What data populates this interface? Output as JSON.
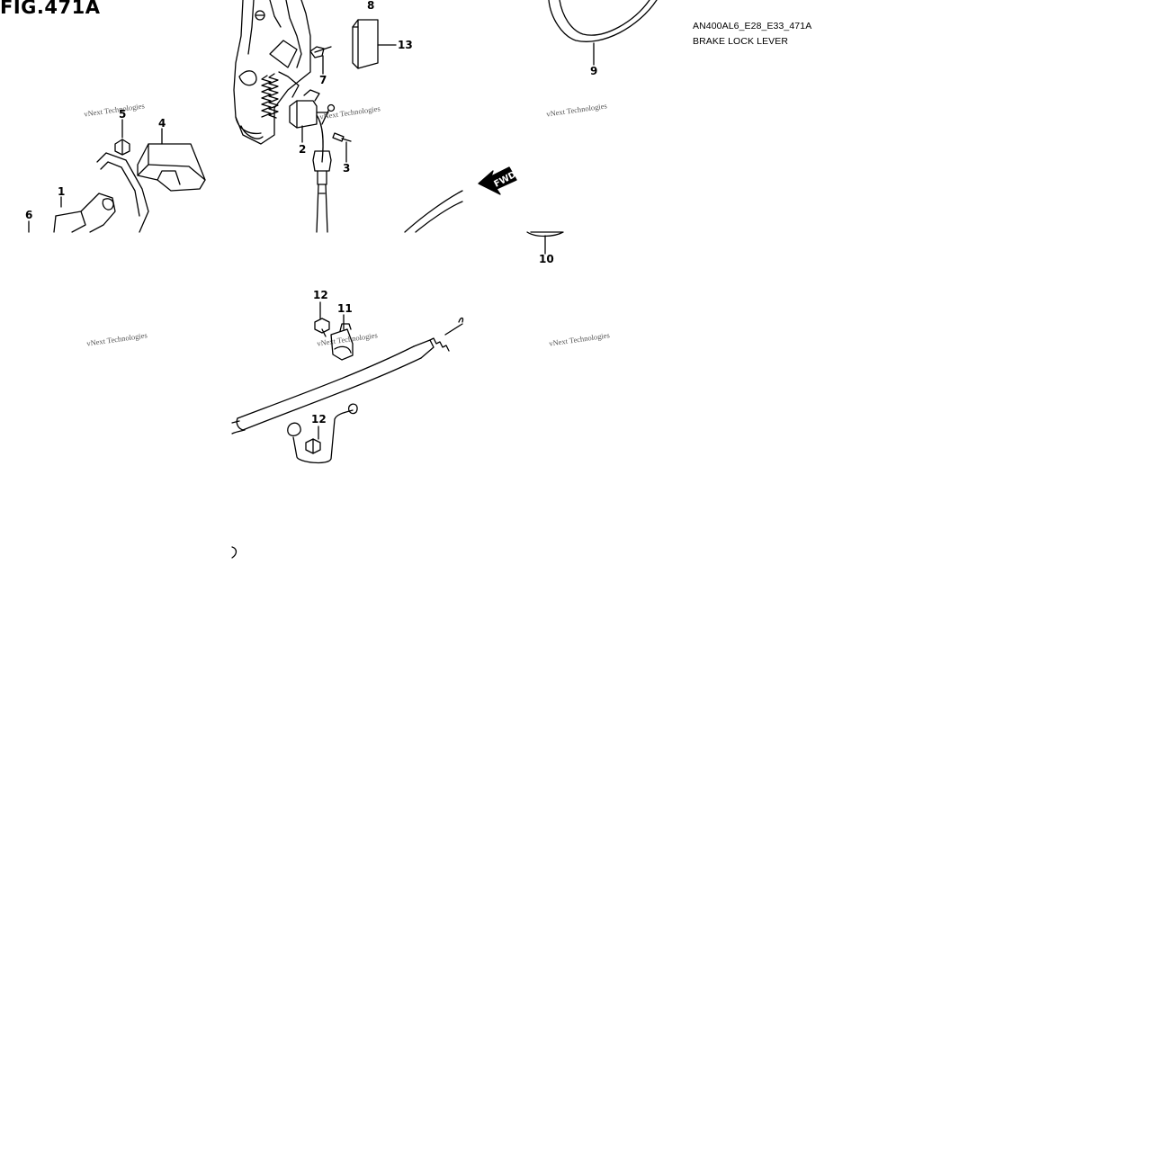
{
  "figure": {
    "title": "FIG.471A",
    "code": "AN400AL6_E28_E33_471A",
    "name": "BRAKE LOCK LEVER"
  },
  "fwd_label": "FWD",
  "watermark": "vNext Technologies",
  "callouts": [
    "1",
    "2",
    "3",
    "4",
    "5",
    "6",
    "7",
    "8",
    "9",
    "10",
    "11",
    "12",
    "12",
    "13"
  ]
}
